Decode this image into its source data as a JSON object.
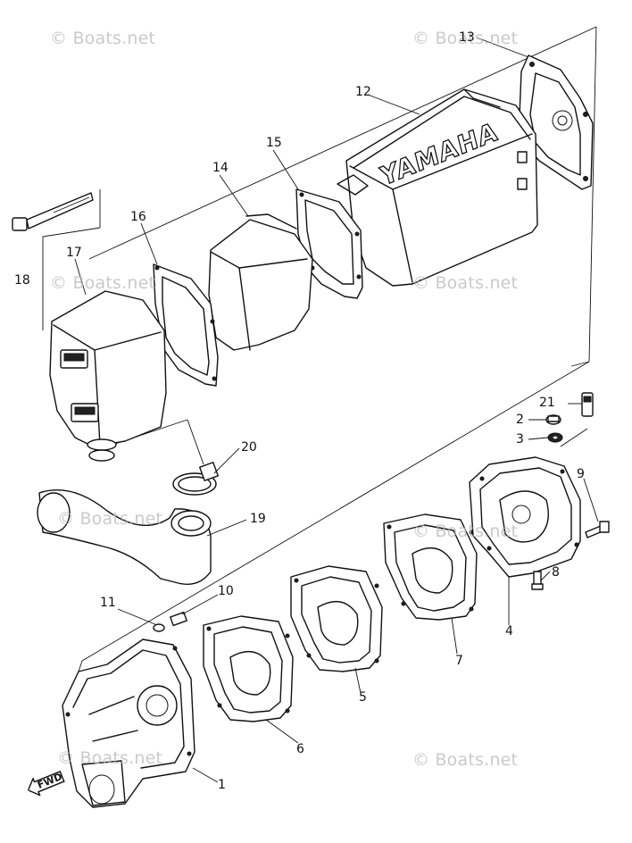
{
  "watermark": {
    "text": "© Boats.net"
  },
  "callouts": [
    "1",
    "2",
    "3",
    "4",
    "5",
    "6",
    "7",
    "8",
    "9",
    "10",
    "11",
    "12",
    "13",
    "14",
    "15",
    "16",
    "17",
    "18",
    "19",
    "20",
    "21"
  ],
  "brand_text": "YAMAHA",
  "fwd_label": "FWD"
}
